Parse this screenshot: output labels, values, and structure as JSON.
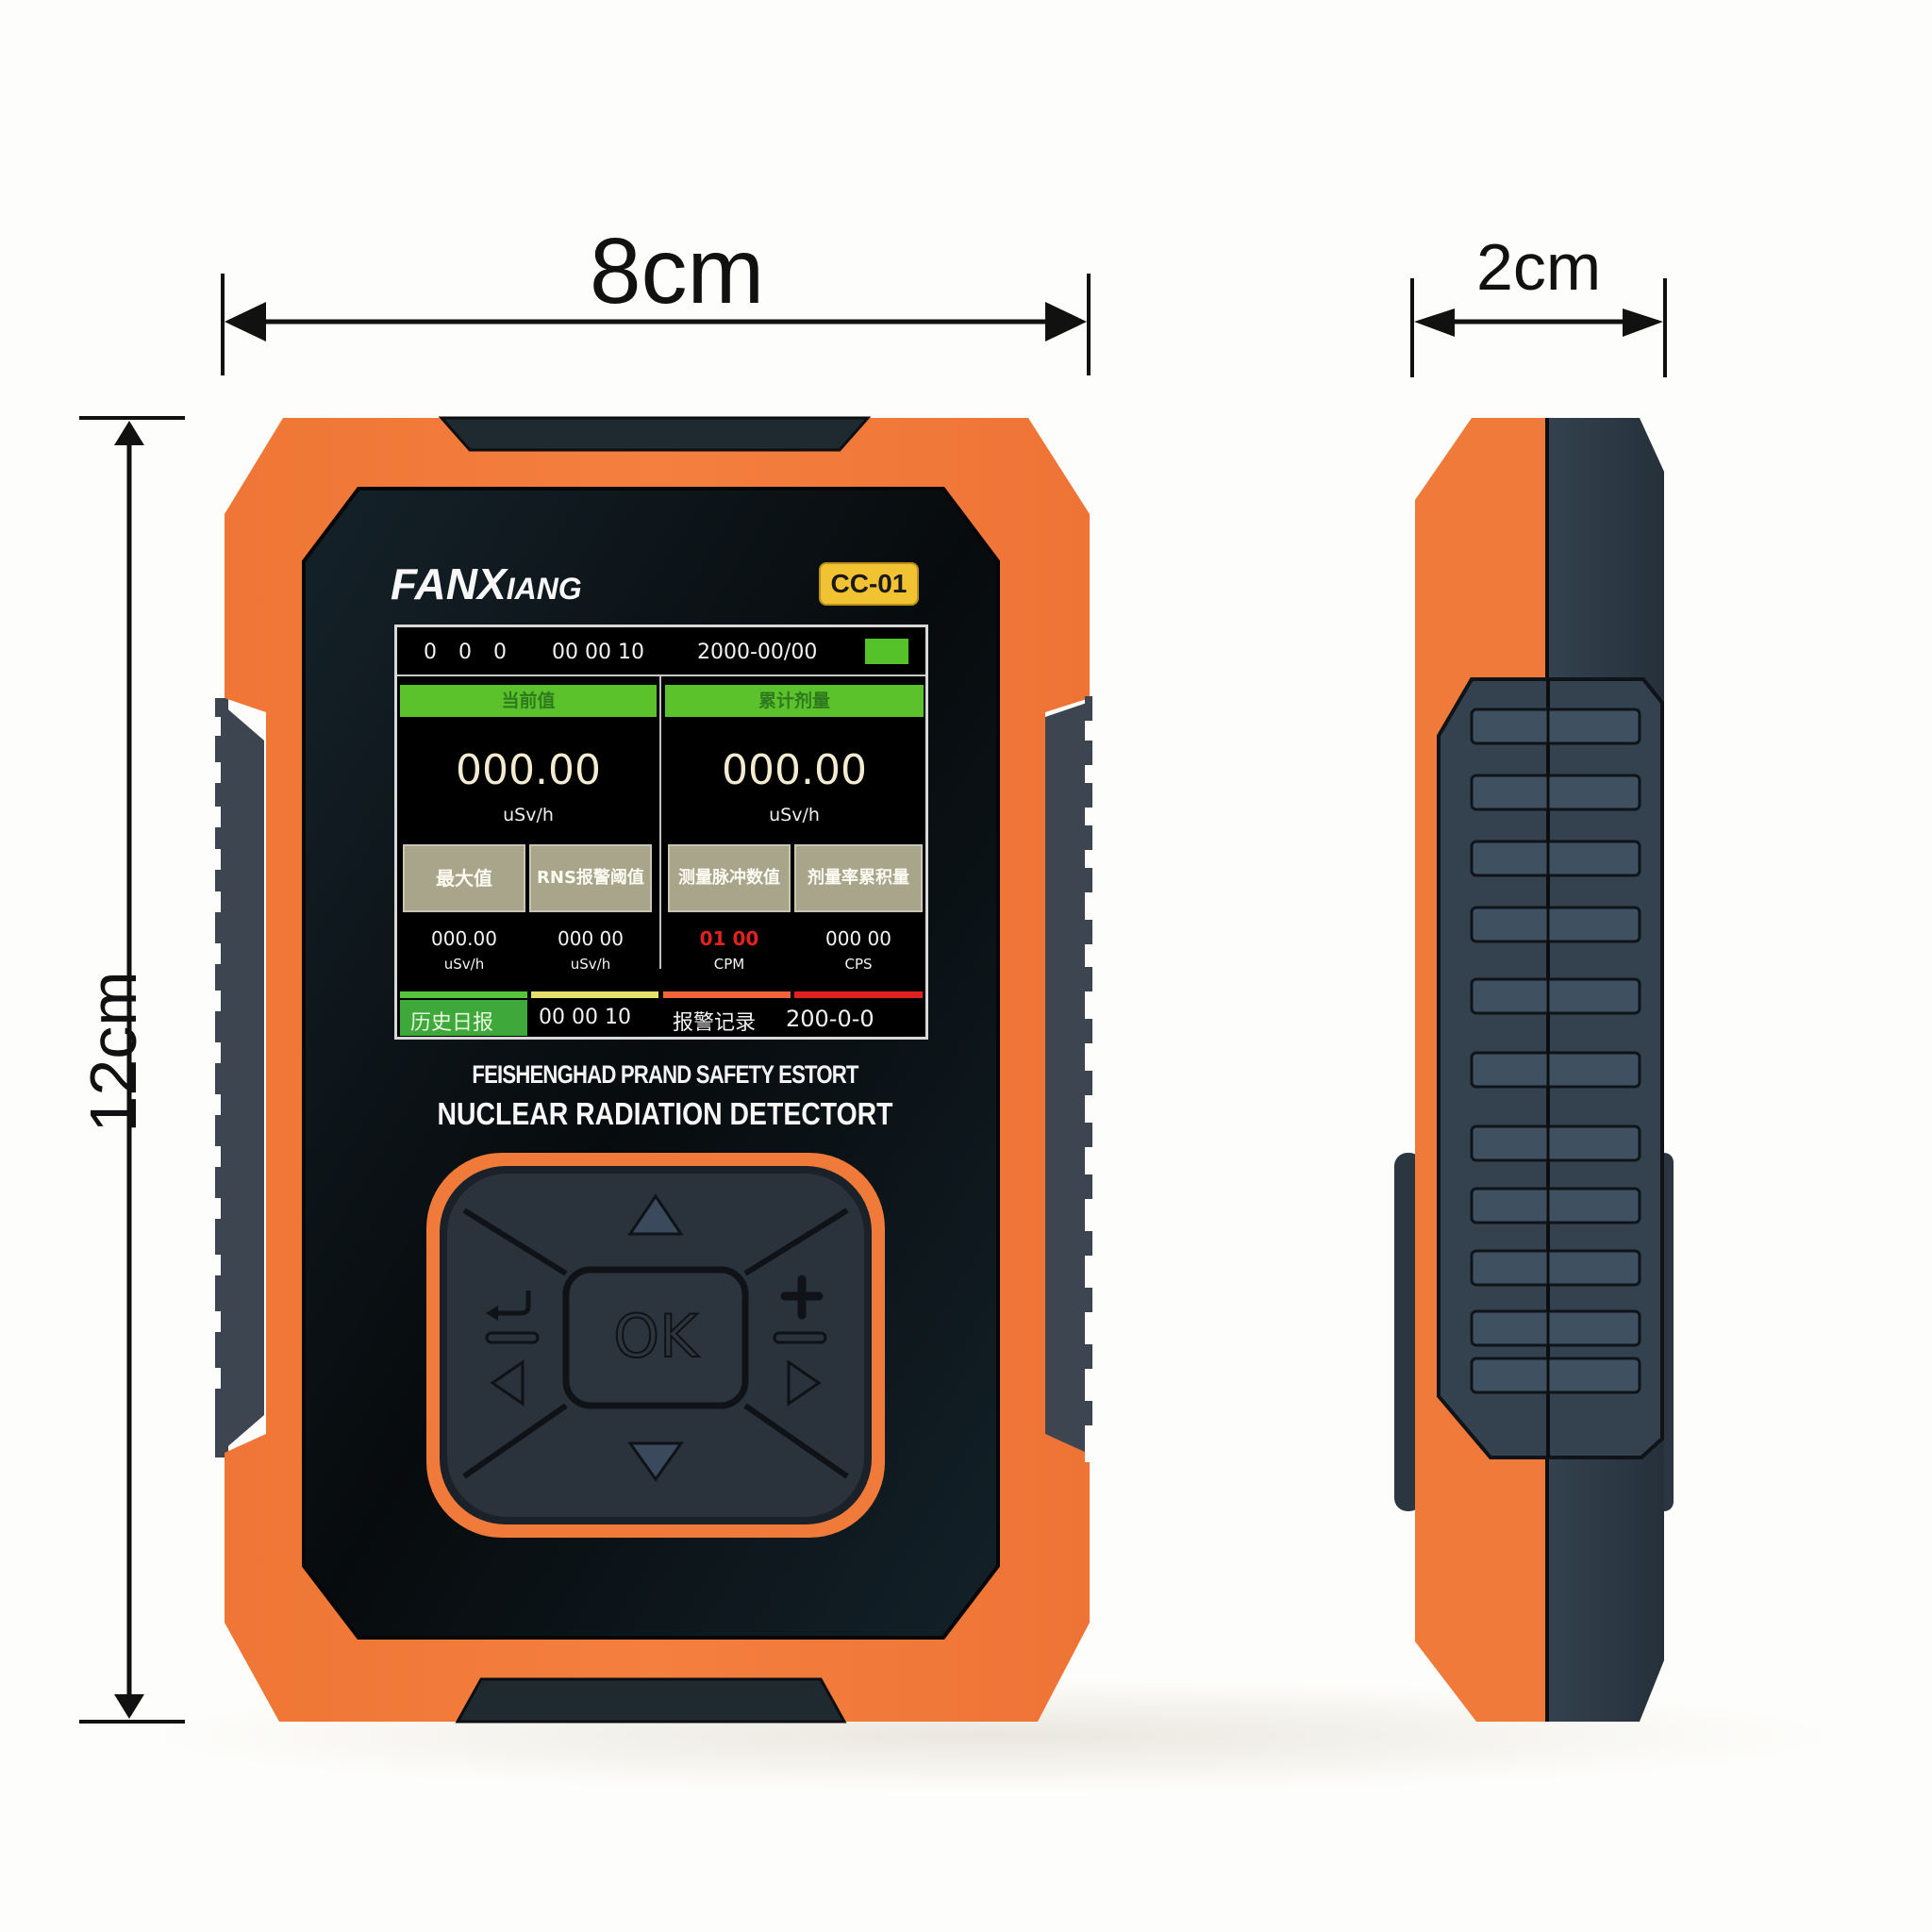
{
  "dimensions": {
    "width_label": "8cm",
    "depth_label": "2cm",
    "height_label": "12cm"
  },
  "device": {
    "brand": "FANXIANG",
    "brand_main": "FANX",
    "brand_small": "IANG",
    "model_badge": "CC-01",
    "tagline_line1": "FEISHENGHAD PRAND SAFETY ESTORT",
    "tagline_line2": "NUCLEAR RADIATION DETECTORT",
    "colors": {
      "body_orange": "#f07a3a",
      "body_dark": "#2b3640",
      "face_black": "#0c1215",
      "badge_yellow": "#f1c232",
      "screen_green": "#5cc22c"
    }
  },
  "screen": {
    "status_bar": {
      "indicators": "0 0 0",
      "time": "00 00 10",
      "date": "2000-00/00",
      "battery_color": "#55c22a"
    },
    "left_panel": {
      "header": "当前值",
      "value": "000.00",
      "unit": "uSv/h"
    },
    "right_panel": {
      "header": "累计剂量",
      "value": "000.00",
      "unit": "uSv/h"
    },
    "tiles": [
      {
        "label": "最大值"
      },
      {
        "label": "RNS报警阈值"
      },
      {
        "label": "测量脉冲数值"
      },
      {
        "label": "剂量率累积量"
      }
    ],
    "readings": [
      {
        "value": "000.00",
        "unit": "uSv/h",
        "color": "#f4f4f4"
      },
      {
        "value": "000 00",
        "unit": "uSv/h",
        "color": "#f4f4f4"
      },
      {
        "value": "01 00",
        "unit": "CPM",
        "color": "#e0231f"
      },
      {
        "value": "000 00",
        "unit": "CPS",
        "color": "#f4f4f4"
      }
    ],
    "level_bars": [
      "#57c53a",
      "#e4e06a",
      "#f1643a",
      "#e3201f"
    ],
    "footer": {
      "mode_label": "历史日报",
      "time": "00 00 10",
      "alarm_label": "报警记录",
      "date": "200-0-0"
    }
  },
  "keypad": {
    "ok_label": "OK",
    "up": "up-arrow",
    "down": "down-arrow",
    "left": "left-arrow",
    "right": "right-arrow",
    "back": "return",
    "plus": "+",
    "minus": "−"
  }
}
